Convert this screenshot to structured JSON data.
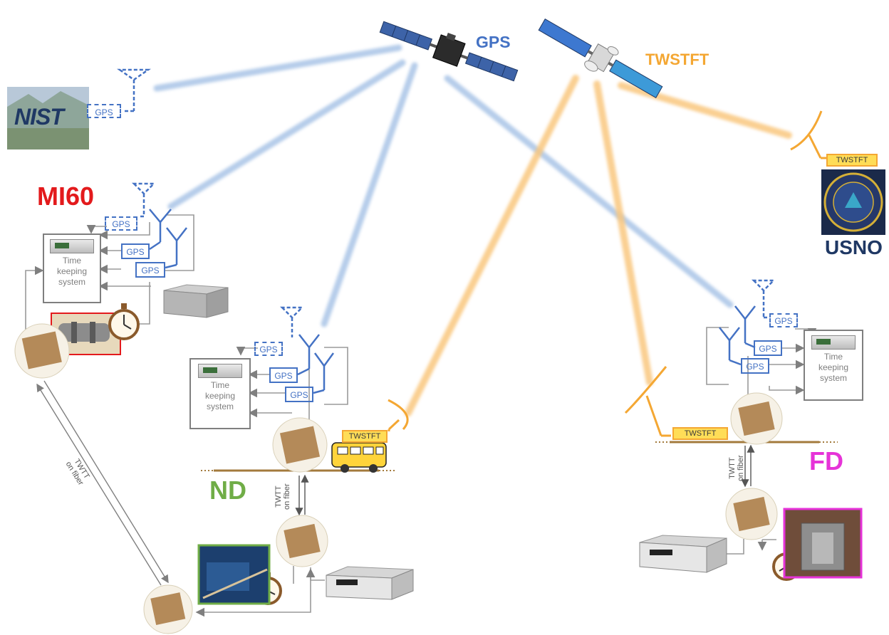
{
  "satellites": {
    "gps_label": "GPS",
    "twstft_label": "TWSTFT"
  },
  "sites": {
    "nist": {
      "logo_text": "NIST",
      "gps_box": "GPS"
    },
    "mi60": {
      "label": "MI60",
      "gps_dashed": "GPS",
      "gps1": "GPS",
      "gps2": "GPS",
      "tk_line1": "Time",
      "tk_line2": "keeping",
      "tk_line3": "system",
      "fiber_line1": "TWTT",
      "fiber_line2": "on fiber"
    },
    "nd": {
      "label": "ND",
      "gps_dashed": "GPS",
      "gps1": "GPS",
      "gps2": "GPS",
      "tk_line1": "Time",
      "tk_line2": "keeping",
      "tk_line3": "system",
      "twstft_box": "TWSTFT",
      "fiber_line1": "TWTT",
      "fiber_line2": "on fiber"
    },
    "fd": {
      "label": "FD",
      "gps_dashed": "GPS",
      "gps1": "GPS",
      "gps2": "GPS",
      "tk_line1": "Time",
      "tk_line2": "keeping",
      "tk_line3": "system",
      "twstft_box": "TWSTFT",
      "fiber_line1": "TWTT",
      "fiber_line2": "on fiber"
    },
    "usno": {
      "label": "USNO",
      "twstft_box": "TWSTFT"
    }
  },
  "colors": {
    "gps_blue": "#4472c4",
    "gps_beam": "#9dbce3",
    "twstft_orange": "#f4a733",
    "twstft_beam": "#f9c77f",
    "mi60_red": "#e31a1c",
    "nd_green": "#70ad47",
    "fd_magenta": "#e633d8",
    "usno_navy": "#1f3864"
  }
}
